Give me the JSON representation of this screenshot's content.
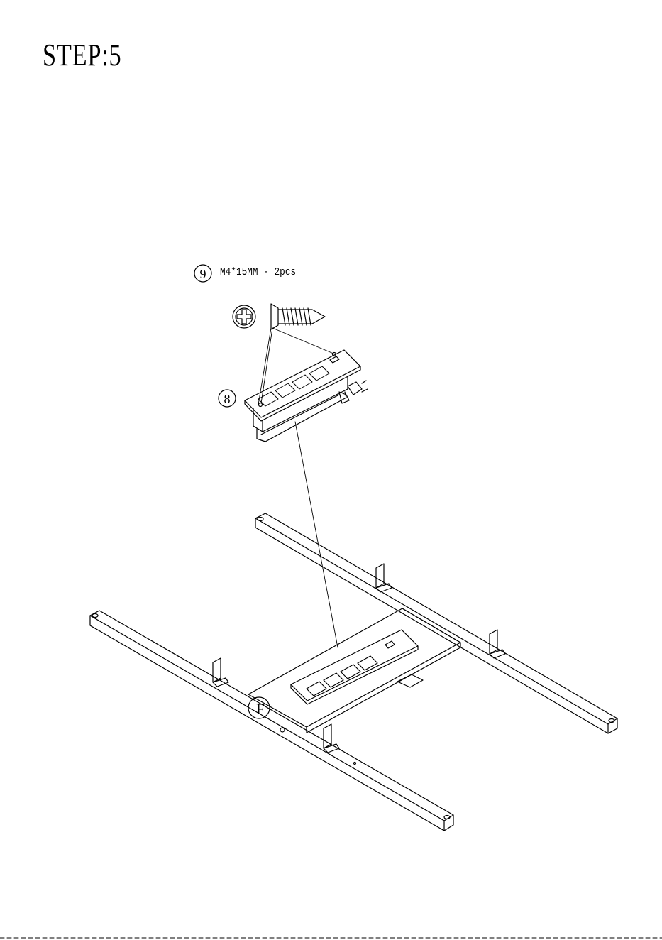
{
  "step": {
    "title": "STEP:5"
  },
  "parts": [
    {
      "id": "9",
      "marker": "⑨",
      "spec": "M4*15MM - 2pcs",
      "item": "screw"
    },
    {
      "id": "8",
      "marker": "⑧",
      "item": "power-strip"
    }
  ],
  "callouts": {
    "frame_part": "F"
  },
  "icons": [
    "phillips-screwdriver-icon",
    "screw-icon"
  ],
  "colors": {
    "ink": "#000000",
    "background": "#ffffff"
  }
}
